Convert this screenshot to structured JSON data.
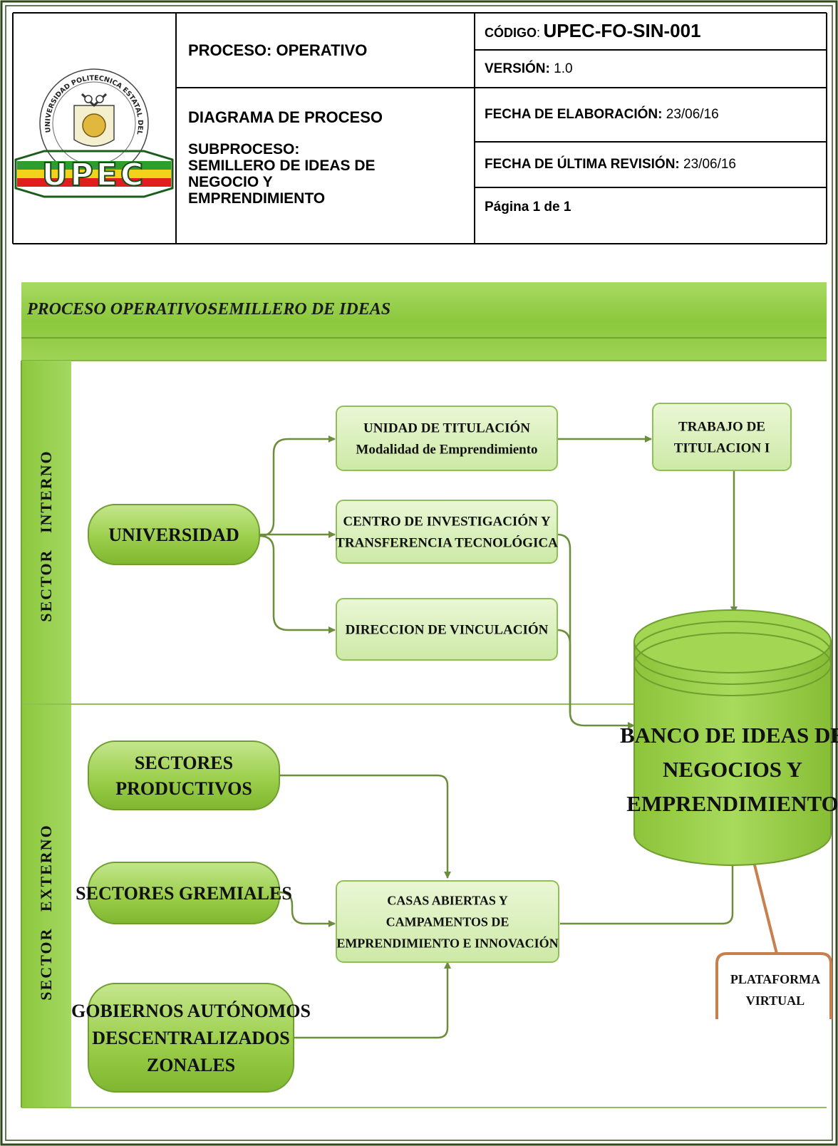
{
  "header": {
    "logo_text": "UPEC",
    "logo_ring_text": "UNIVERSIDAD POLITECNICA ESTATAL DEL CARCHI",
    "proceso": "PROCESO: OPERATIVO",
    "diagrama": "DIAGRAMA DE PROCESO",
    "subproceso_lines": [
      "SUBPROCESO:",
      "SEMILLERO DE IDEAS DE",
      "NEGOCIO Y",
      "EMPRENDIMIENTO"
    ],
    "codigo_label": "CÓDIGO",
    "codigo_sep": ":",
    "codigo_value": "UPEC-FO-SIN-001",
    "version_label": "VERSIÓN:",
    "version_value": "1.0",
    "fecha_elab_label": "FECHA DE ELABORACIÓN:",
    "fecha_elab_value": "23/06/16",
    "fecha_rev_label": "FECHA DE ÚLTIMA REVISIÓN:",
    "fecha_rev_value": "23/06/16",
    "pagina": "Página 1 de 1"
  },
  "diagram": {
    "banner_title_a": "PROCESO OPERATIVO:",
    "banner_title_b": "SEMILLERO DE IDEAS",
    "lane_internal": "SECTOR   INTERNO",
    "lane_external": "SECTOR   EXTERNO",
    "nodes": {
      "universidad": [
        "UNIVERSIDAD"
      ],
      "unidad_titulacion": [
        "UNIDAD DE TITULACIÓN",
        "Modalidad de Emprendimiento"
      ],
      "trabajo_titulacion": [
        "TRABAJO DE",
        "TITULACION I"
      ],
      "centro_investigacion": [
        "CENTRO DE INVESTIGACIÓN Y",
        "TRANSFERENCIA TECNOLÓGICA"
      ],
      "direccion_vinculacion": [
        "DIRECCION DE VINCULACIÓN"
      ],
      "banco_ideas": [
        "BANCO DE IDEAS DE",
        "NEGOCIOS Y",
        "EMPRENDIMIENTO"
      ],
      "sectores_productivos": [
        "SECTORES",
        "PRODUCTIVOS"
      ],
      "sectores_gremiales": [
        "SECTORES GREMIALES"
      ],
      "casas_abiertas": [
        "CASAS ABIERTAS Y",
        "CAMPAMENTOS DE",
        "EMPRENDIMIENTO E INNOVACIÓN"
      ],
      "gobiernos": [
        "GOBIERNOS AUTÓNOMOS",
        "DESCENTRALIZADOS",
        "ZONALES"
      ],
      "plataforma": [
        "PLATAFORMA",
        "VIRTUAL"
      ]
    },
    "colors": {
      "frame": "#2e4a1a",
      "banner": "#92d050",
      "lane": "#92d050",
      "box_fill": "#d7efb5",
      "box_stroke": "#8fbf55",
      "pill_fill": "#8fc93a",
      "arrow": "#6b8e3a",
      "brown": "#c87f4e"
    }
  }
}
